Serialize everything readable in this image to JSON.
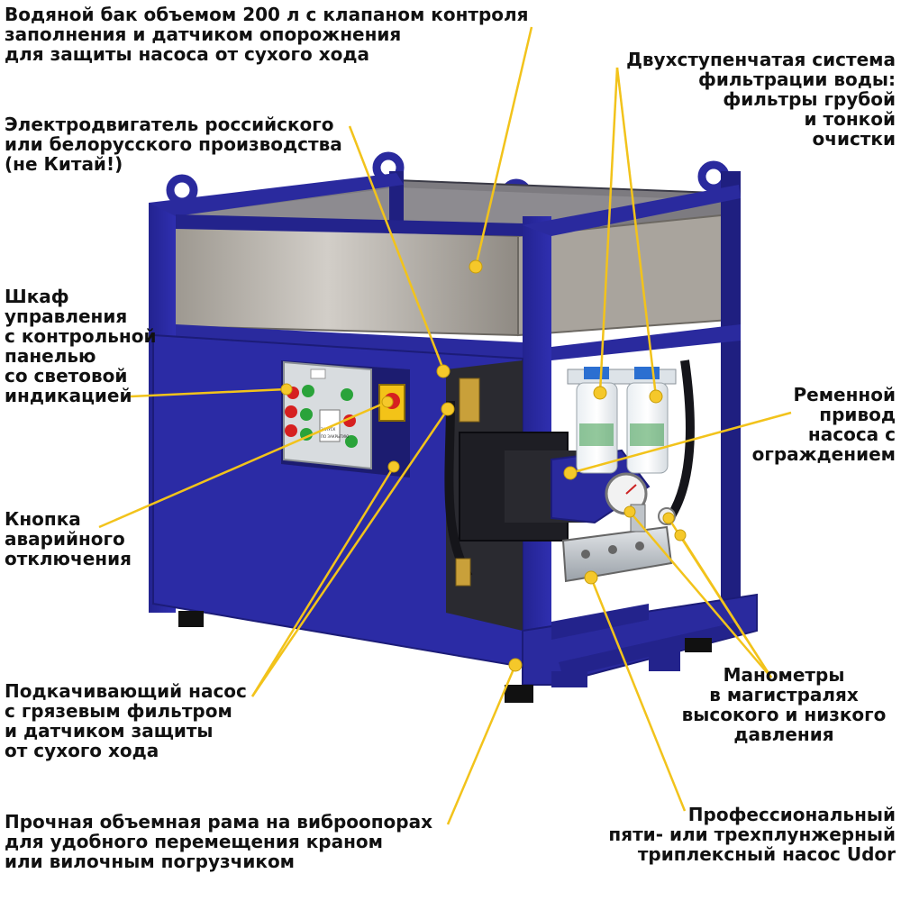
{
  "callouts": {
    "tank": [
      "Водяной бак объемом 200 л с клапаном контроля",
      "заполнения и датчиком опорожнения",
      "для защиты насоса от сухого хода"
    ],
    "motor": [
      "Электродвигатель российского",
      "или белорусского производства",
      "(не Китай!)"
    ],
    "cabinet": [
      "Шкаф",
      "управления",
      "с контрольной",
      "панелью",
      "со световой",
      "индикацией"
    ],
    "emergency": [
      "Кнопка",
      "аварийного",
      "отключения"
    ],
    "booster": [
      "Подкачивающий насос",
      "с грязевым фильтром",
      "и датчиком защиты",
      "от сухого хода"
    ],
    "frame": [
      "Прочная объемная рама на виброопорах",
      "для удобного перемещения краном",
      "или вилочным погрузчиком"
    ],
    "filters": [
      "Двухступенчатая система",
      "фильтрации воды:",
      "фильтры грубой",
      "и тонкой",
      "очистки"
    ],
    "belt": [
      "Ременной",
      "привод",
      "насоса с",
      "ограждением"
    ],
    "gauges": [
      "Манометры",
      "в магистралях",
      "высокого и низкого",
      "давления"
    ],
    "pump": [
      "Профессиональный",
      "пяти- или трехплунжерный",
      "триплексный насос Udor"
    ]
  },
  "cabinet_panel_text": [
    "ЗАПУСК",
    "ПО ЗАКРЫТИЮ"
  ],
  "colors": {
    "frame": "#2a2a9e",
    "frame_dark": "#1c1c78",
    "tank": "#b8b4ae",
    "callout_line": "#f2c31b",
    "callout_dot": "#f5c82a",
    "text": "#111111"
  }
}
